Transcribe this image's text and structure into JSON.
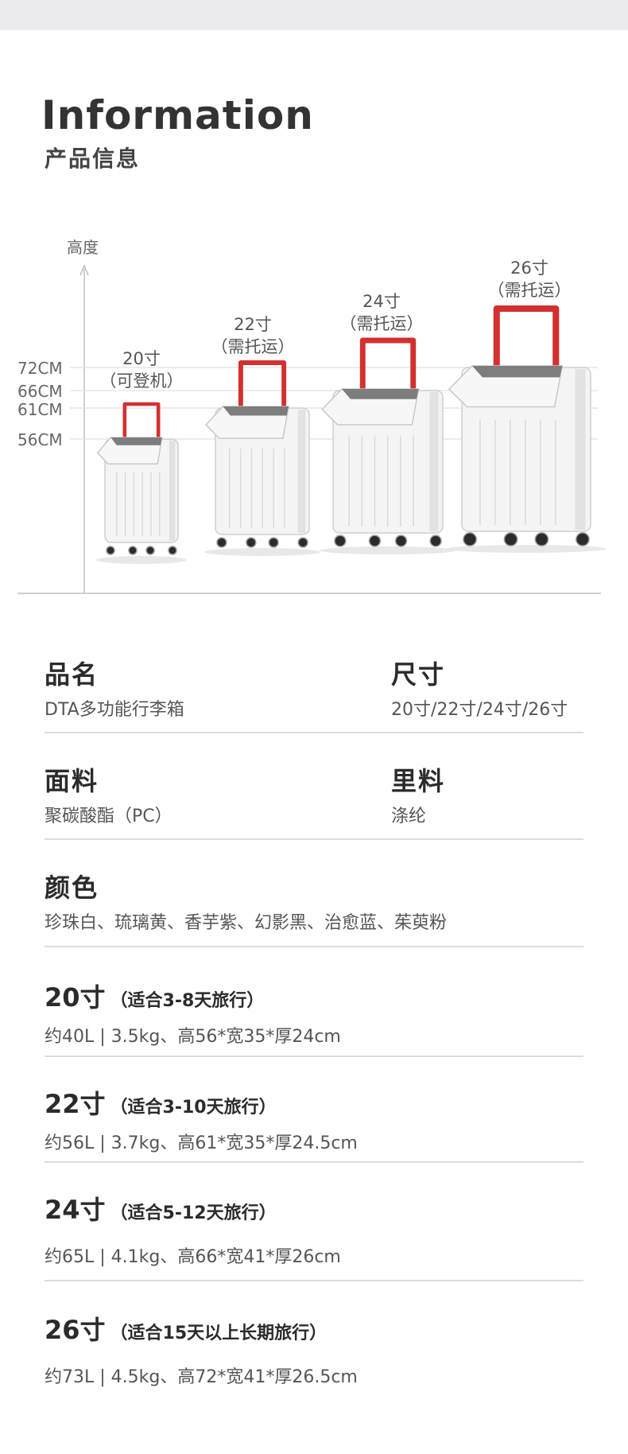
{
  "header": {
    "title_en": "Information",
    "title_cn": "产品信息"
  },
  "chart": {
    "y_axis_label": "高度",
    "height_ticks": [
      "72CM",
      "66CM",
      "61CM",
      "56CM"
    ],
    "suitcases": [
      {
        "size": "20寸",
        "note": "（可登机）",
        "height_cm": 56
      },
      {
        "size": "22寸",
        "note": "（需托运）",
        "height_cm": 61
      },
      {
        "size": "24寸",
        "note": "（需托运）",
        "height_cm": 66
      },
      {
        "size": "26寸",
        "note": "（需托运）",
        "height_cm": 72
      }
    ]
  },
  "specs": {
    "name_label": "品名",
    "name_value": "DTA多功能行李箱",
    "size_label": "尺寸",
    "size_value": "20寸/22寸/24寸/26寸",
    "fabric_label": "面料",
    "fabric_value": "聚碳酸酯（PC）",
    "lining_label": "里料",
    "lining_value": "涤纶",
    "color_label": "颜色",
    "color_value": "珍珠白、琉璃黄、香芋紫、幻影黑、治愈蓝、茱萸粉"
  },
  "sizes": [
    {
      "size": "20寸",
      "note": "（适合3-8天旅行）",
      "detail": "约40L | 3.5kg、高56*宽35*厚24cm"
    },
    {
      "size": "22寸",
      "note": "（适合3-10天旅行）",
      "detail": "约56L | 3.7kg、高61*宽35*厚24.5cm"
    },
    {
      "size": "24寸",
      "note": "（适合5-12天旅行）",
      "detail": "约65L | 4.1kg、高66*宽41*厚26cm"
    },
    {
      "size": "26寸",
      "note": "（适合15天以上长期旅行）",
      "detail": "约73L | 4.5kg、高72*宽41*厚26.5cm"
    }
  ],
  "colors": {
    "handle": "#d3302f",
    "shell": "#f4f4f4",
    "lid": "#7d7d7d",
    "divider": "#dcdcdc",
    "topbar": "#ebebed"
  }
}
